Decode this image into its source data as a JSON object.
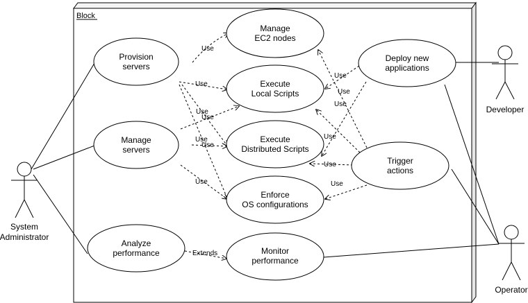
{
  "system": {
    "name": "Block"
  },
  "actors": {
    "sysadmin": [
      "System",
      "Administrator"
    ],
    "developer": [
      "Developer"
    ],
    "operator": [
      "Operator"
    ]
  },
  "usecases": {
    "provision": [
      "Provision",
      "servers"
    ],
    "manage": [
      "Manage",
      "servers"
    ],
    "analyze": [
      "Analyze",
      "performance"
    ],
    "ec2": [
      "Manage",
      "EC2 nodes"
    ],
    "local": [
      "Execute",
      "Local Scripts"
    ],
    "distributed": [
      "Execute",
      "Distributed Scripts"
    ],
    "enforce": [
      "Enforce",
      "OS configurations"
    ],
    "monitor": [
      "Monitor",
      "performance"
    ],
    "deploy": [
      "Deploy new",
      "applications"
    ],
    "trigger": [
      "Trigger",
      "actions"
    ]
  },
  "labels": {
    "use": "Use",
    "extends": "Extends"
  }
}
